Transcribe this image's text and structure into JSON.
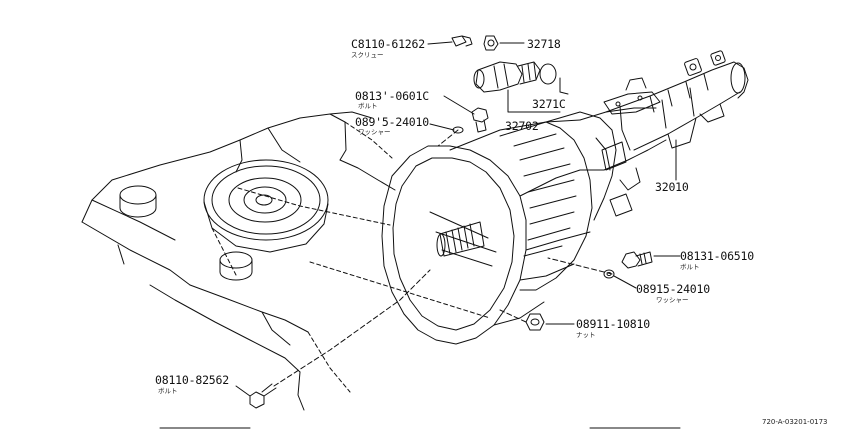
{
  "parts": {
    "screw": {
      "part_no": "C8110-61262",
      "name": "スクリュー"
    },
    "gear": {
      "part_no": "32718"
    },
    "sleeve": {
      "part_no": "32702"
    },
    "oring": {
      "part_no": "3271C"
    },
    "bolt_top": {
      "part_no": "0813'-0601C",
      "name": "ボルト"
    },
    "washer_top": {
      "part_no": "089'5-24010",
      "name": "ワッシャー"
    },
    "transmission": {
      "part_no": "32010"
    },
    "bolt_right": {
      "part_no": "08131-06510",
      "name": "ボルト"
    },
    "washer_right": {
      "part_no": "08915-24010",
      "name": "ワッシャー"
    },
    "nut": {
      "part_no": "08911-10810",
      "name": "ナット"
    },
    "bolt_bottom": {
      "part_no": "08110-82562",
      "name": "ボルト"
    }
  },
  "reference_code": "720-A-03201-0173",
  "colors": {
    "ink": "#111111",
    "paper": "#ffffff"
  }
}
